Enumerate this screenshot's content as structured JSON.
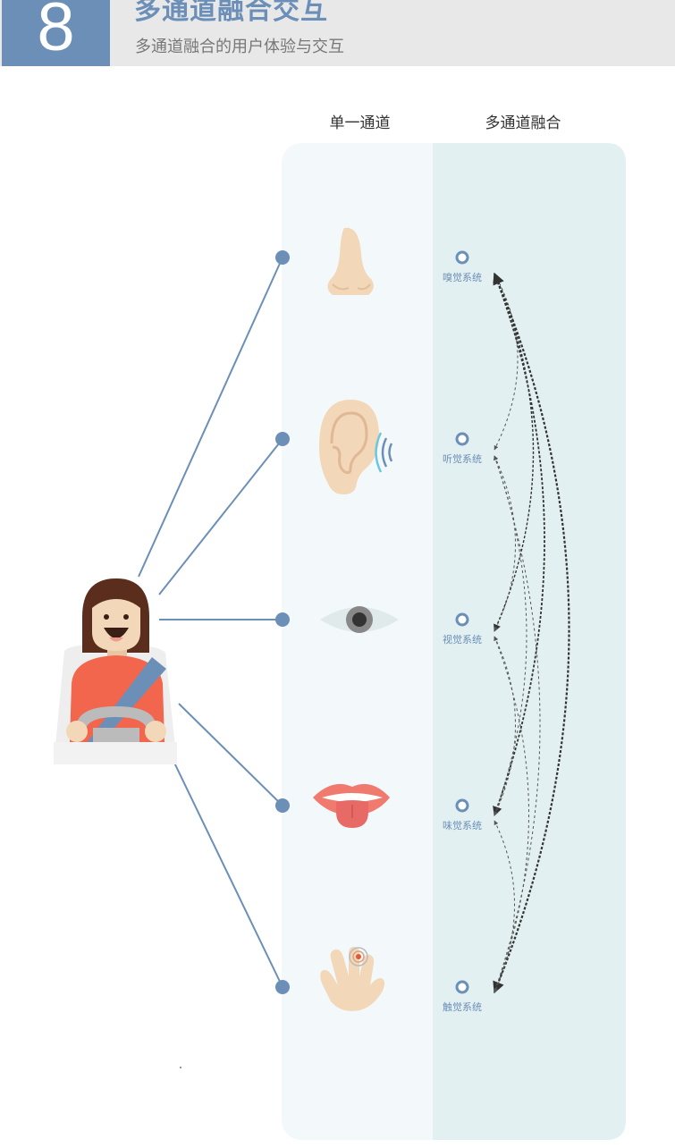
{
  "header": {
    "number": "8",
    "title": "多通道融合交互",
    "subtitle": "多通道融合的用户体验与交互"
  },
  "columns": {
    "single": "单一通道",
    "multi": "多通道融合"
  },
  "senses": [
    {
      "id": "smell",
      "icon": "nose-icon",
      "label": "嗅觉系统"
    },
    {
      "id": "hearing",
      "icon": "ear-icon",
      "label": "听觉系统"
    },
    {
      "id": "vision",
      "icon": "eye-icon",
      "label": "视觉系统"
    },
    {
      "id": "taste",
      "icon": "mouth-icon",
      "label": "味觉系统"
    },
    {
      "id": "touch",
      "icon": "hand-icon",
      "label": "触觉系统"
    }
  ],
  "colors": {
    "accent": "#6c8fb8",
    "panel_left": "#f3f9fa",
    "panel_right": "#e2f0f1",
    "skin": "#f2d7b8",
    "shirt": "#f2664d",
    "hair": "#5a2d1c"
  }
}
